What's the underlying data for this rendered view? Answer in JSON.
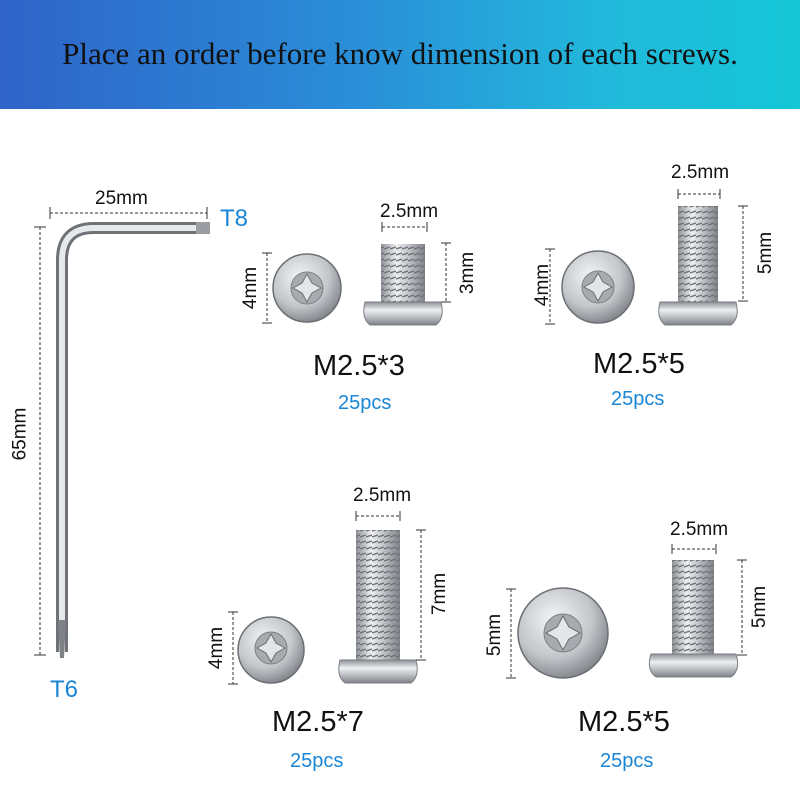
{
  "banner": {
    "text": "Place an order before know dimension of each screws."
  },
  "wrench": {
    "width_label": "25mm",
    "length_label": "65mm",
    "tip_top": "T8",
    "tip_bottom": "T6"
  },
  "screws": [
    {
      "model": "M2.5*3",
      "qty": "25pcs",
      "head_label": "4mm",
      "thread_label": "2.5mm",
      "length_label": "3mm"
    },
    {
      "model": "M2.5*5",
      "qty": "25pcs",
      "head_label": "4mm",
      "thread_label": "2.5mm",
      "length_label": "5mm"
    },
    {
      "model": "M2.5*7",
      "qty": "25pcs",
      "head_label": "4mm",
      "thread_label": "2.5mm",
      "length_label": "7mm"
    },
    {
      "model": "M2.5*5",
      "qty": "25pcs",
      "head_label": "5mm",
      "thread_label": "2.5mm",
      "length_label": "5mm"
    }
  ],
  "colors": {
    "banner_start": "#2f63c8",
    "banner_end": "#14c6d6",
    "accent": "#1a86d6",
    "metal": "#c9cbcf"
  }
}
